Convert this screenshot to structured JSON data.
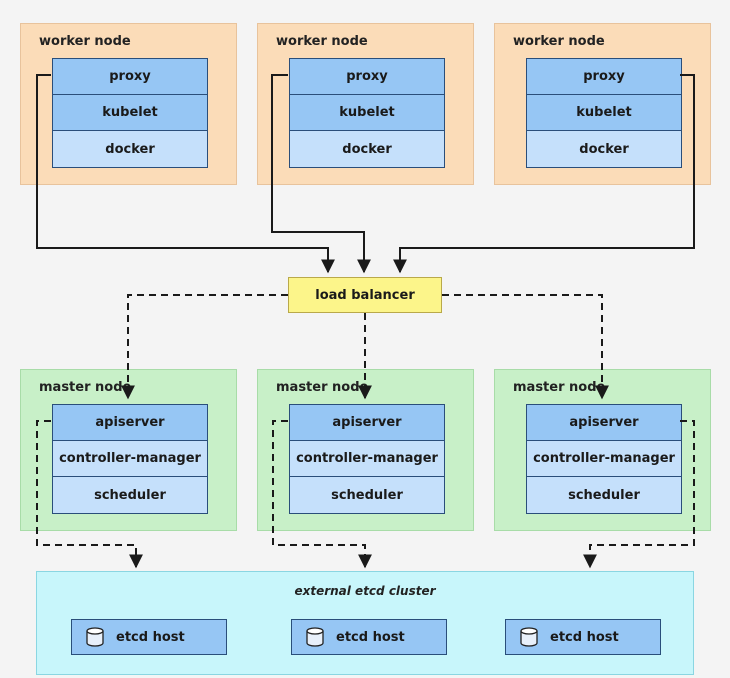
{
  "worker_nodes": [
    {
      "title": "worker node",
      "components": [
        "proxy",
        "kubelet",
        "docker"
      ]
    },
    {
      "title": "worker node",
      "components": [
        "proxy",
        "kubelet",
        "docker"
      ]
    },
    {
      "title": "worker node",
      "components": [
        "proxy",
        "kubelet",
        "docker"
      ]
    }
  ],
  "load_balancer": {
    "label": "load balancer"
  },
  "master_nodes": [
    {
      "title": "master node",
      "components": [
        "apiserver",
        "controller-manager",
        "scheduler"
      ]
    },
    {
      "title": "master node",
      "components": [
        "apiserver",
        "controller-manager",
        "scheduler"
      ]
    },
    {
      "title": "master node",
      "components": [
        "apiserver",
        "controller-manager",
        "scheduler"
      ]
    }
  ],
  "etcd_cluster": {
    "title": "external etcd cluster",
    "hosts": [
      {
        "label": "etcd host",
        "icon": "database-icon"
      },
      {
        "label": "etcd host",
        "icon": "database-icon"
      },
      {
        "label": "etcd host",
        "icon": "database-icon"
      }
    ]
  },
  "colors": {
    "worker_bg": "#fbdcb8",
    "master_bg": "#c8f0c8",
    "component_dark": "#96c6f4",
    "component_light": "#c5e0fb",
    "load_balancer_bg": "#fcf58a",
    "etcd_bg": "#c8f6fb"
  }
}
